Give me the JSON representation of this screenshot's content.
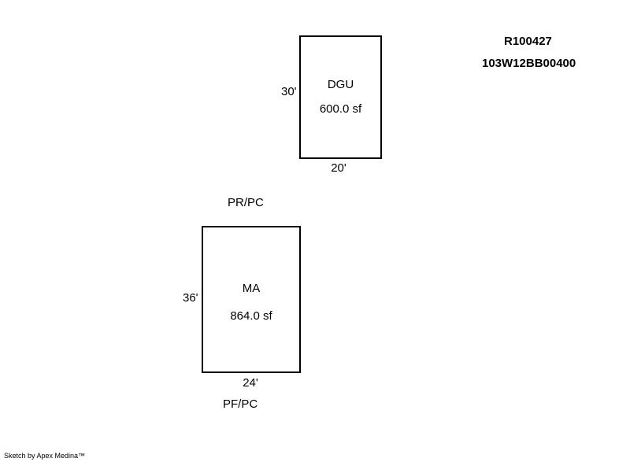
{
  "header": {
    "parcel_id": "R100427",
    "map_tax_lot": "103W12BB00400"
  },
  "structures": [
    {
      "code": "DGU",
      "area": "600.0 sf",
      "side_dim": "30'",
      "bottom_dim": "20'"
    },
    {
      "code": "MA",
      "area": "864.0 sf",
      "side_dim": "36'",
      "bottom_dim": "24'",
      "top_label": "PR/PC",
      "bottom_label": "PF/PC"
    }
  ],
  "footer": {
    "credit": "Sketch by Apex Medina™"
  }
}
